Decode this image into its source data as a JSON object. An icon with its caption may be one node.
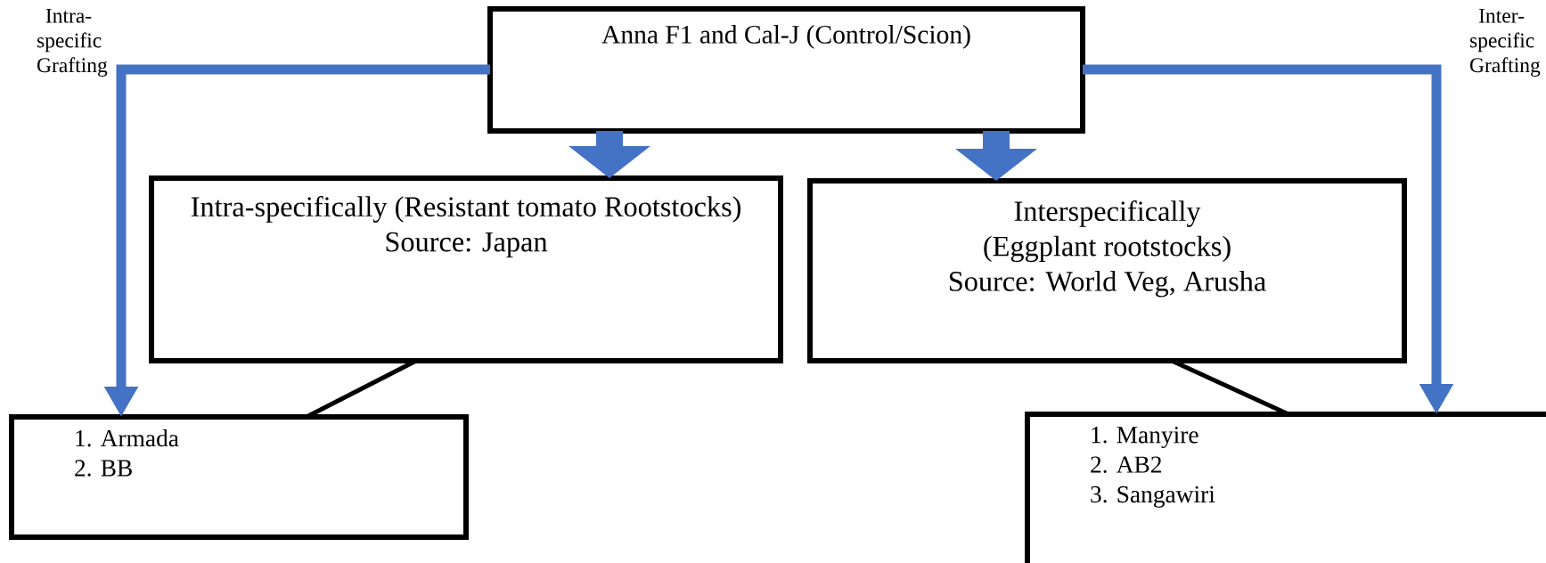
{
  "diagram": {
    "nodes": [
      {
        "text": [
          "Anna F1 and Cal-J (Control/Scion)"
        ]
      },
      {
        "text": [
          "Intra-specifically (Resistant tomato Rootstocks)",
          "Source: Japan"
        ]
      },
      {
        "text": [
          "Interspecifically",
          "(Eggplant rootstocks)",
          "Source: World Veg, Arusha"
        ]
      },
      {
        "text": [
          "1. Armada",
          "2. BB"
        ]
      },
      {
        "text": [
          "1. Manyire",
          "2. AB2",
          "3. Sangawiri"
        ]
      }
    ],
    "edges": [
      {
        "from": 0,
        "to": 3,
        "arrow": "to",
        "label": "Intra-specific Grafting"
      },
      {
        "from": 0,
        "to": 1,
        "arrow": "to",
        "style": "thick"
      },
      {
        "from": 0,
        "to": 2,
        "arrow": "to",
        "style": "thick"
      },
      {
        "from": 0,
        "to": 4,
        "arrow": "to",
        "label": "Inter-specific Grafting"
      },
      {
        "from": 1,
        "to": 3,
        "arrow": "none",
        "color": "#000000"
      },
      {
        "from": 2,
        "to": 4,
        "arrow": "none",
        "color": "#000000"
      }
    ]
  }
}
